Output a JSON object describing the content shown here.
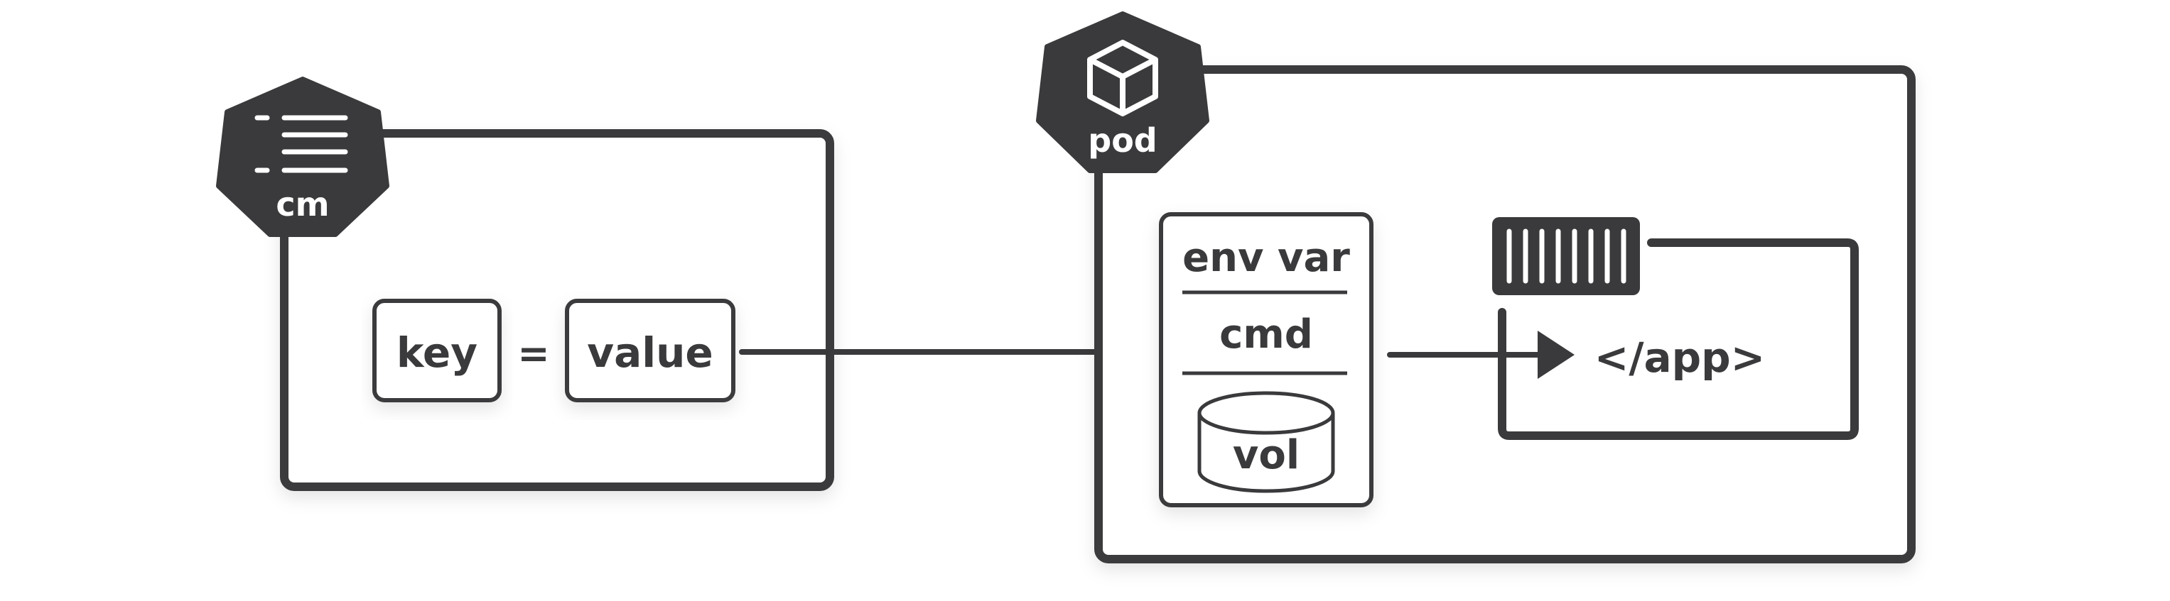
{
  "colors": {
    "ink": "#3a3a3c",
    "background": "#ffffff",
    "box_fill": "#ffffff"
  },
  "configmap": {
    "badge_label": "cm",
    "badge_icon": "document-lines-icon",
    "key_label": "key",
    "equals_label": "=",
    "value_label": "value"
  },
  "pod": {
    "badge_label": "pod",
    "badge_icon": "cube-icon",
    "env_var_label": "env var",
    "cmd_label": "cmd",
    "vol_label": "vol",
    "container_icon": "container-icon",
    "app_label": "</app>"
  }
}
